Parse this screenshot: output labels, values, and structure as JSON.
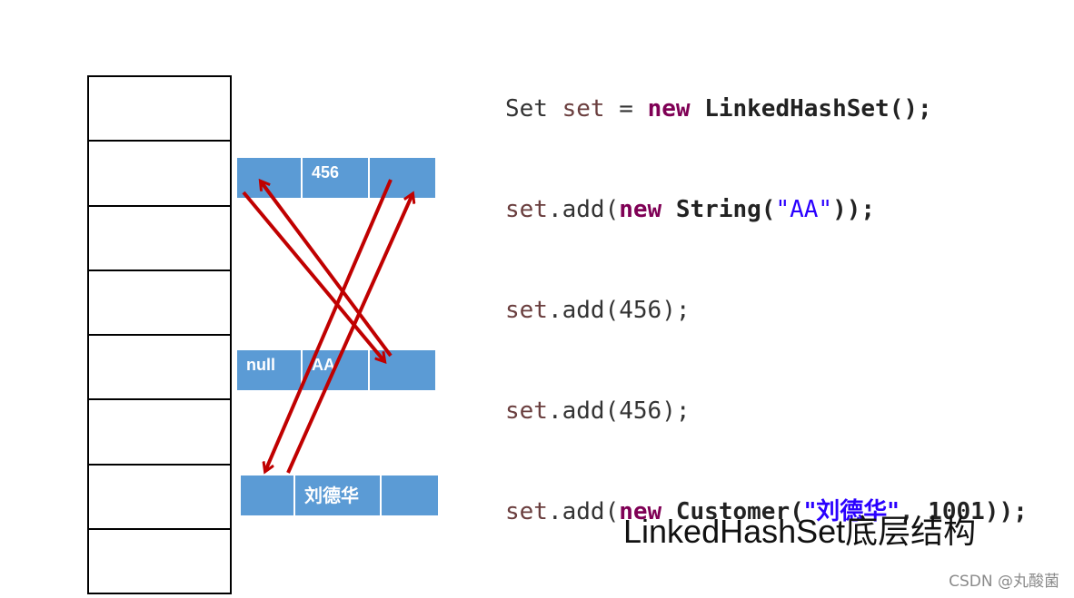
{
  "code": {
    "line1": {
      "t1": "Set ",
      "t2": "set",
      "t3": " = ",
      "t4": "new",
      "t5": " ",
      "t6": "LinkedHashSet",
      "t7": "();"
    },
    "line2": {
      "t1": "set",
      "t2": ".add(",
      "t3": "new",
      "t4": " ",
      "t5": "String",
      "t6": "(",
      "t7": "\"AA\"",
      "t8": "));"
    },
    "line3": {
      "t1": "set",
      "t2": ".add(456);"
    },
    "line4": {
      "t1": "set",
      "t2": ".add(456);"
    },
    "line5": {
      "t1": "set",
      "t2": ".add(",
      "t3": "new",
      "t4": " ",
      "t5": "Customer",
      "t6": "(",
      "t7": "\"刘德华\"",
      "t8": ", ",
      "t9": "1001",
      "t10": "));"
    }
  },
  "hash_table": {
    "bucket_count": 8
  },
  "nodes": [
    {
      "cells": [
        "",
        "456",
        ""
      ]
    },
    {
      "cells": [
        "null",
        "AA",
        ""
      ]
    },
    {
      "cells": [
        "",
        "刘德华",
        ""
      ]
    }
  ],
  "caption": "LinkedHashSet底层结构",
  "watermark": "CSDN @丸酸菌",
  "colors": {
    "node_fill": "#5b9bd5",
    "arrow": "#c00000",
    "keyword": "#7f0055",
    "string": "#2a00ff"
  }
}
